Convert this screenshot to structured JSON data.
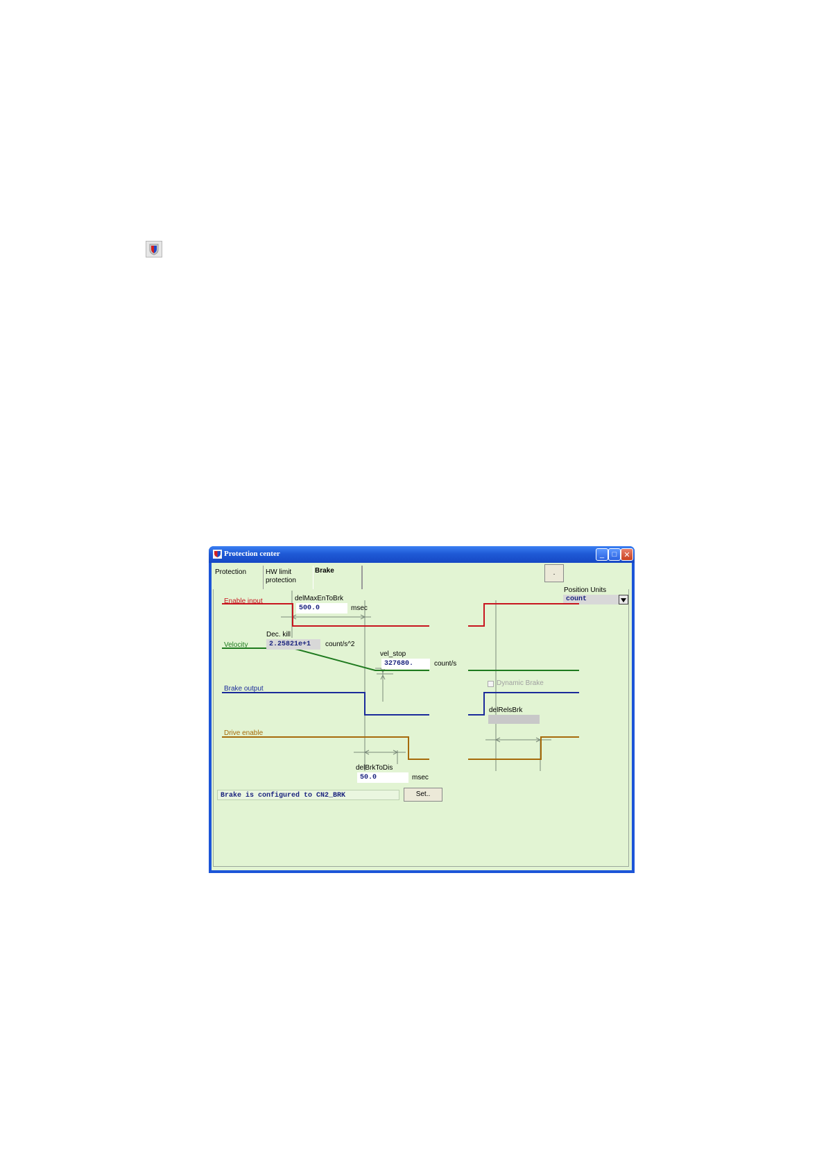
{
  "window": {
    "title": "Protection center",
    "minimize_glyph": "_",
    "maximize_glyph": "□",
    "close_glyph": "✕"
  },
  "tabs": [
    {
      "label": "Protection"
    },
    {
      "label_line1": "HW limit",
      "label_line2": "protection"
    },
    {
      "label": "Brake"
    }
  ],
  "dot_button_label": ".",
  "position_units": {
    "label": "Position Units",
    "value": "count"
  },
  "signals": {
    "enable_input": {
      "label": "Enable input",
      "color": "#c8141e"
    },
    "velocity": {
      "label": "Velocity",
      "color": "#1e7a1e"
    },
    "brake_output": {
      "label": "Brake output",
      "color": "#1a2a9a"
    },
    "drive_enable": {
      "label": "Drive enable",
      "color": "#a66a0a"
    }
  },
  "params": {
    "delMaxEnToBrk": {
      "label": "delMaxEnToBrk",
      "value": "500.0",
      "unit": "msec"
    },
    "dec_kill": {
      "label": "Dec. kill",
      "value": "2.25821e+1",
      "unit": "count/s^2"
    },
    "vel_stop": {
      "label": "vel_stop",
      "value": "327680.",
      "unit": "count/s"
    },
    "delBrkToDis": {
      "label": "delBrkToDis",
      "value": "50.0",
      "unit": "msec"
    },
    "delRelsBrk": {
      "label": "delRelsBrk",
      "value": ""
    }
  },
  "dynamic_brake": {
    "label": "Dynamic Brake",
    "checked": false
  },
  "status": {
    "text": "Brake is configured to CN2_BRK"
  },
  "set_button_label": "Set.."
}
